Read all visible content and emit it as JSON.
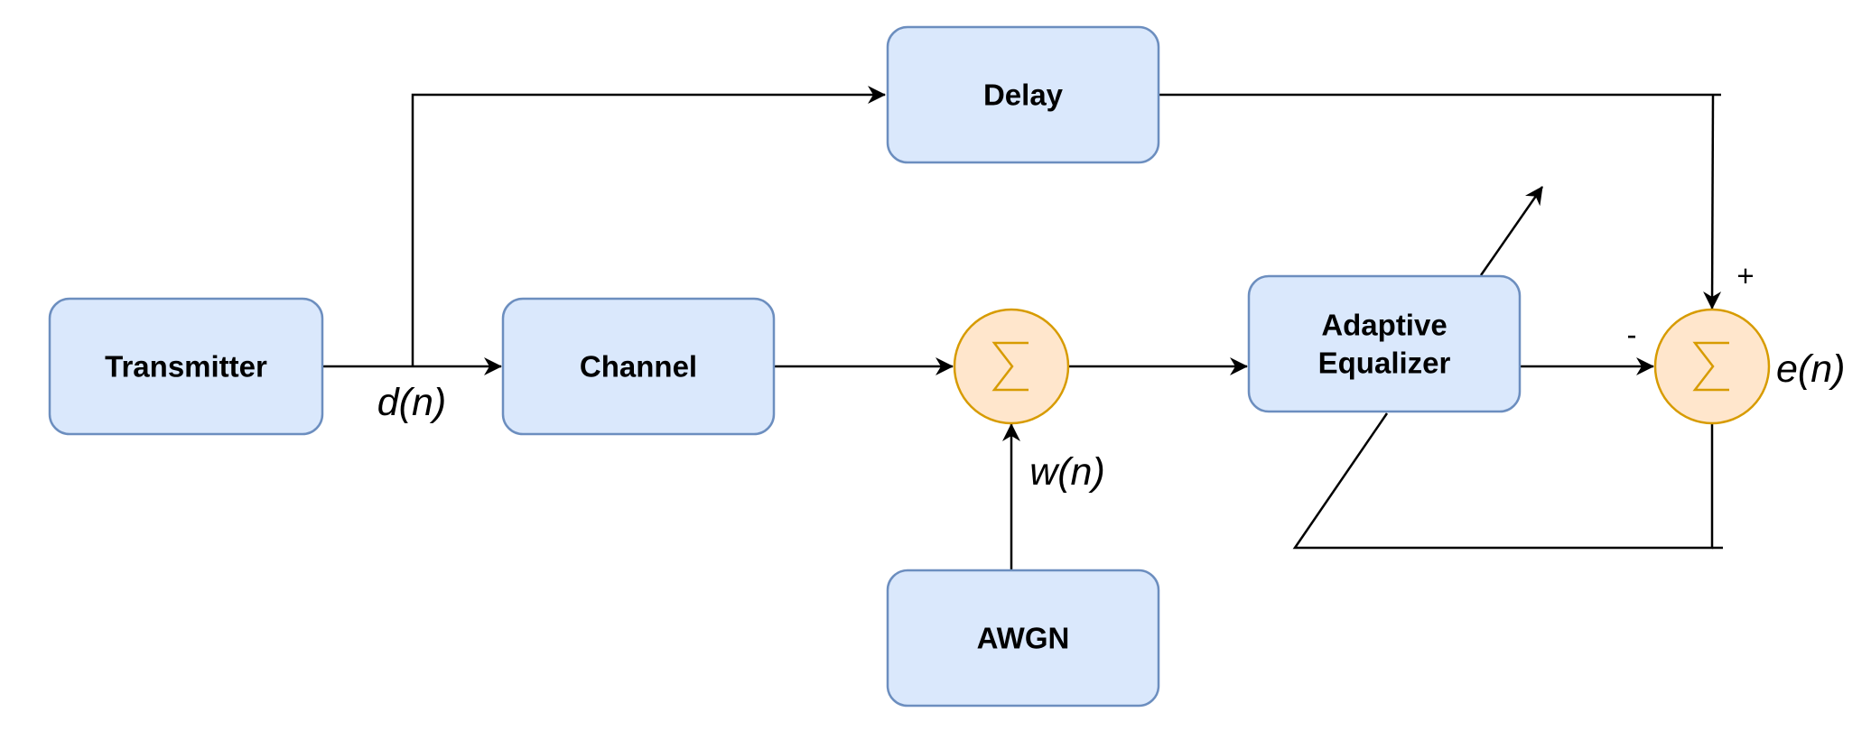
{
  "blocks": {
    "transmitter": "Transmitter",
    "channel": "Channel",
    "delay": "Delay",
    "awgn": "AWGN",
    "equalizer_line1": "Adaptive",
    "equalizer_line2": "Equalizer"
  },
  "signals": {
    "dn": "d(n)",
    "wn": "w(n)",
    "en": "e(n)"
  },
  "signs": {
    "plus": "+",
    "minus": "-"
  },
  "colors": {
    "block_fill": "#dae8fc",
    "block_stroke": "#6c8ebf",
    "summer_fill": "#ffe6cc",
    "summer_stroke": "#d79b00"
  }
}
